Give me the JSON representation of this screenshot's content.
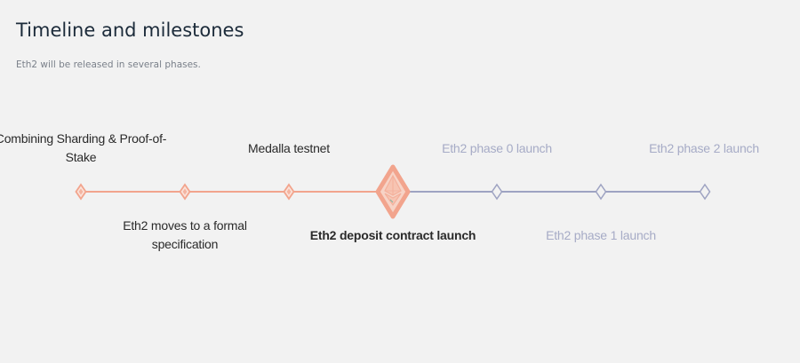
{
  "header": {
    "title": "Timeline and milestones",
    "subtitle": "Eth2 will be released in several phases."
  },
  "colors": {
    "background": "#f2f2f2",
    "title": "#1c2b3a",
    "completed": "#f2a48d",
    "completed_fill": "#fbe2d9",
    "upcoming": "#9ea3c2",
    "upcoming_text": "#a6abc6"
  },
  "timeline": {
    "milestones": [
      {
        "label": "Combining Sharding & Proof-of-Stake",
        "status": "completed",
        "position": "above",
        "icon": "diamond-icon"
      },
      {
        "label": "Eth2 moves to a formal specification",
        "status": "completed",
        "position": "below",
        "icon": "diamond-icon"
      },
      {
        "label": "Medalla testnet",
        "status": "completed",
        "position": "above",
        "icon": "diamond-icon"
      },
      {
        "label": "Eth2 deposit contract launch",
        "status": "current",
        "position": "below",
        "icon": "ethereum-icon"
      },
      {
        "label": "Eth2 phase 0 launch",
        "status": "upcoming",
        "position": "above",
        "icon": "diamond-outline-icon"
      },
      {
        "label": "Eth2 phase 1 launch",
        "status": "upcoming",
        "position": "below",
        "icon": "diamond-outline-icon"
      },
      {
        "label": "Eth2 phase 2 launch",
        "status": "upcoming",
        "position": "above",
        "icon": "diamond-outline-icon"
      }
    ]
  }
}
